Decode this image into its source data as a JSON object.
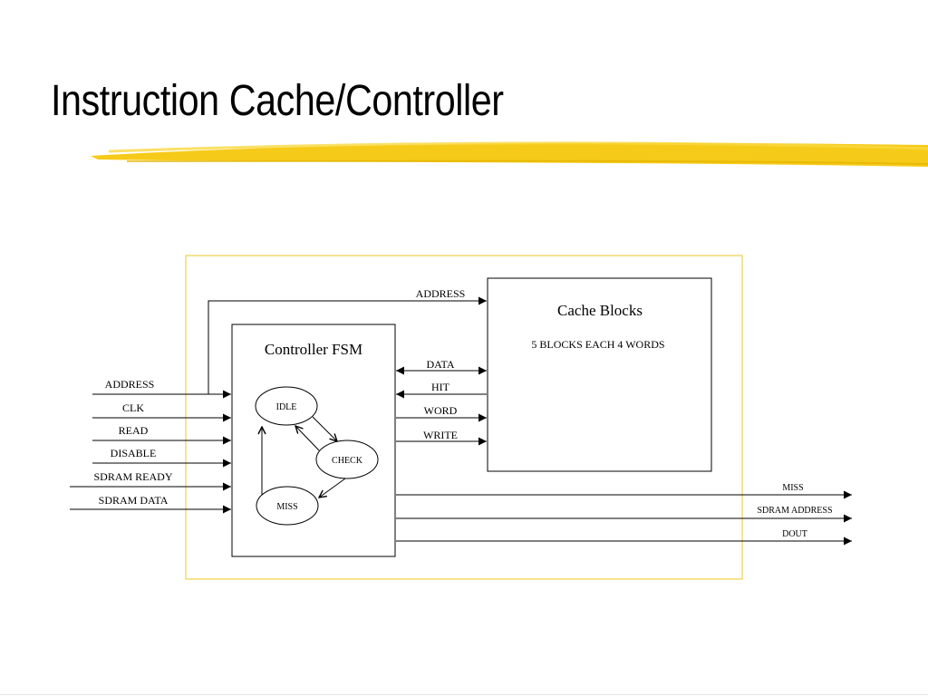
{
  "title": "Instruction Cache/Controller",
  "colors": {
    "highlight": "#f5c400",
    "frame": "#ecd24a",
    "ink": "#000000"
  },
  "fsm": {
    "title": "Controller FSM",
    "states": {
      "idle": "IDLE",
      "check": "CHECK",
      "miss": "MISS"
    }
  },
  "cache": {
    "title": "Cache Blocks",
    "subtitle": "5 BLOCKS EACH 4 WORDS"
  },
  "inputs": {
    "address": "ADDRESS",
    "clk": "CLK",
    "read": "READ",
    "disable": "DISABLE",
    "sdram_ready": "SDRAM READY",
    "sdram_data": "SDRAM DATA"
  },
  "internal": {
    "address": "ADDRESS",
    "data": "DATA",
    "hit": "HIT",
    "word": "WORD",
    "write": "WRITE"
  },
  "outputs": {
    "miss": "MISS",
    "sdram_address": "SDRAM ADDRESS",
    "dout": "DOUT"
  }
}
